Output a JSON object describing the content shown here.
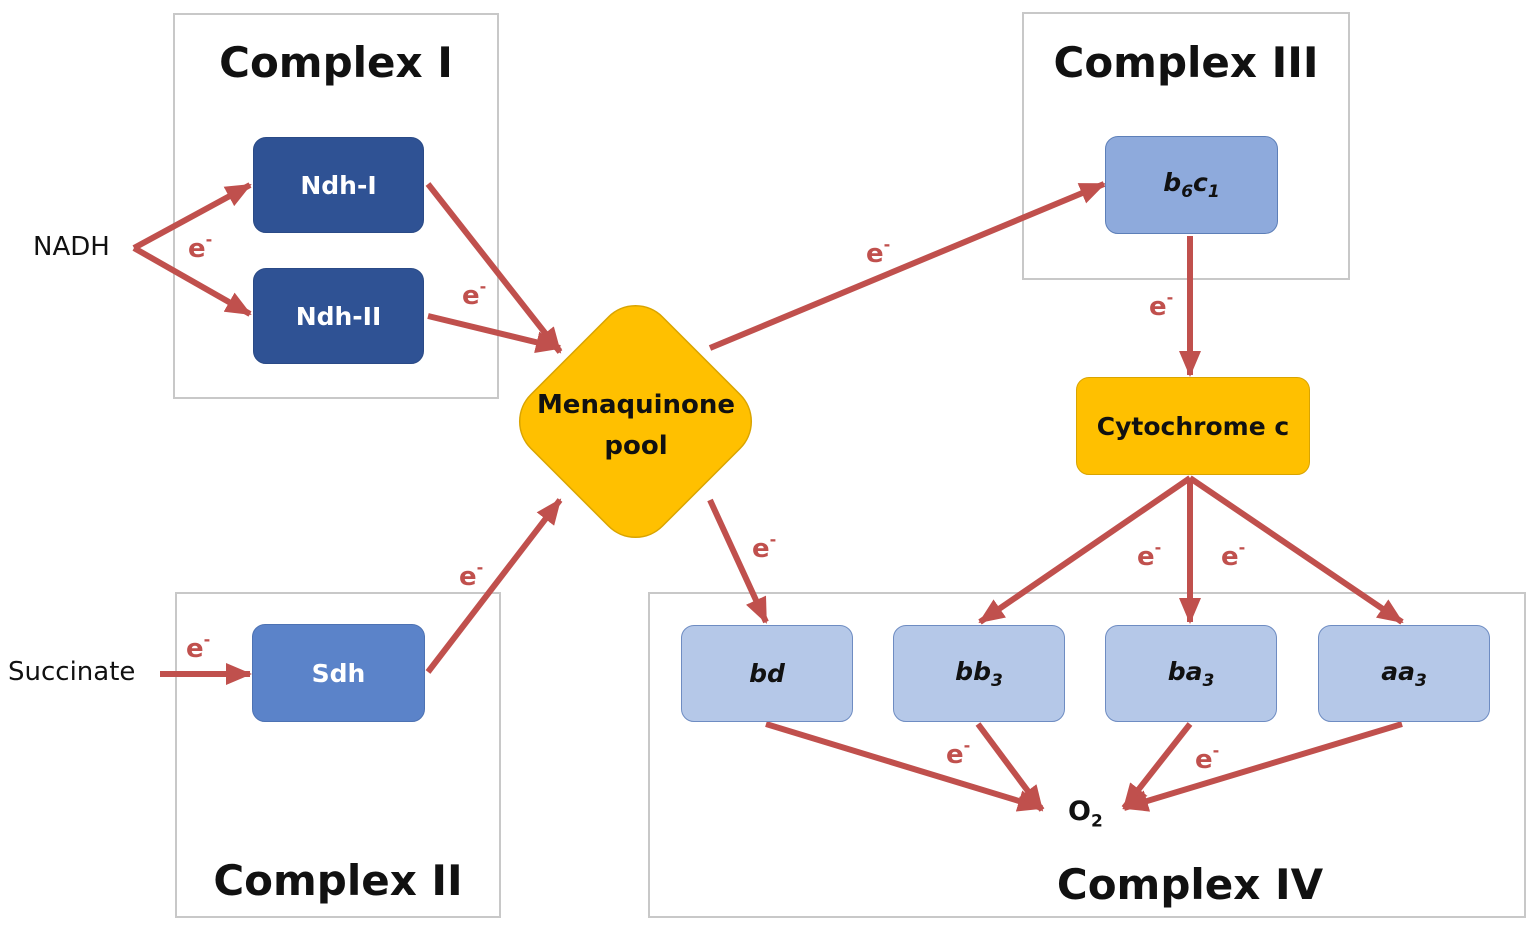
{
  "complexes": {
    "complex_1": "Complex I",
    "complex_2": "Complex II",
    "complex_3": "Complex III",
    "complex_4": "Complex IV"
  },
  "substrates": {
    "nadh": "NADH",
    "succinate": "Succinate"
  },
  "enzymes": {
    "ndh1": "Ndh-I",
    "ndh2": "Ndh-II",
    "sdh": "Sdh",
    "b6c1": {
      "base1": "b",
      "sub1": "6",
      "base2": "c",
      "sub2": "1"
    },
    "cytochrome_c": "Cytochrome c",
    "bd": "bd",
    "bb3": {
      "base": "bb",
      "sub": "3"
    },
    "ba3": {
      "base": "ba",
      "sub": "3"
    },
    "aa3": {
      "base": "aa",
      "sub": "3"
    }
  },
  "pool": {
    "line1": "Menaquinone",
    "line2": "pool"
  },
  "oxygen": {
    "base": "O",
    "sub": "2"
  },
  "electron": {
    "base": "e",
    "sup": "-"
  },
  "colors": {
    "arrow": "#c0504d",
    "dark_blue": "#2f5294",
    "mid_blue": "#5b83c9",
    "light_blue": "#8eaadc",
    "pale_blue": "#b5c8e8",
    "gold": "#ffc000",
    "frame": "#c8c8c8"
  }
}
